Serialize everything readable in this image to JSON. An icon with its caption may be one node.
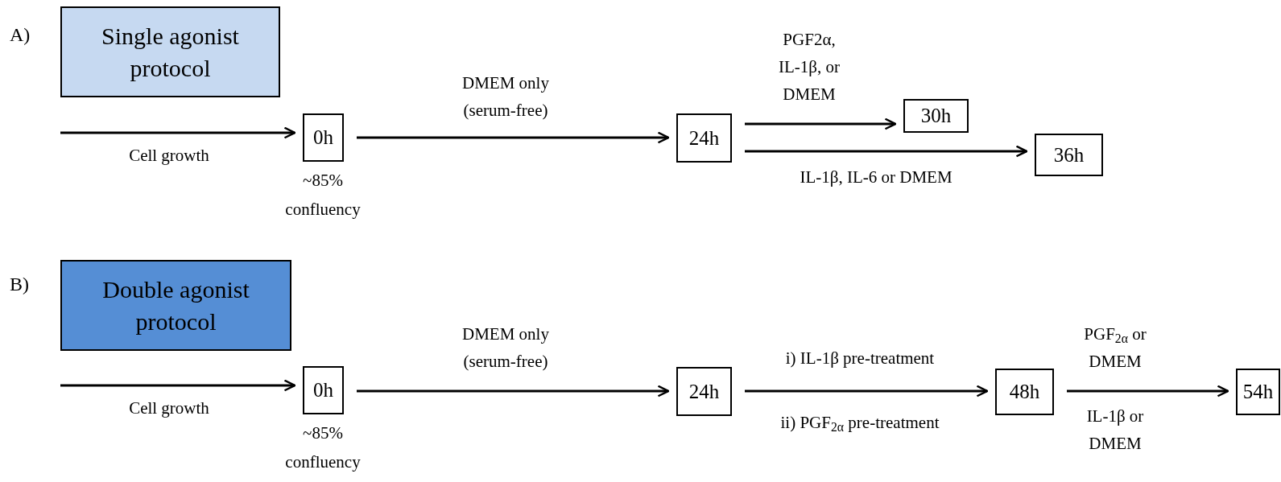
{
  "diagram": {
    "nodes": [
      {
        "text": [
          "Single agonist protocol"
        ]
      },
      {
        "text": [
          "0h"
        ],
        "beside": [
          "~85% confluency"
        ]
      },
      {
        "text": [
          "24h"
        ]
      },
      {
        "text": [
          "30h"
        ]
      },
      {
        "text": [
          "36h"
        ]
      },
      {
        "text": [
          "Double agonist protocol"
        ]
      },
      {
        "text": [
          "0h"
        ],
        "beside": [
          "~85% confluency"
        ]
      },
      {
        "text": [
          "24h"
        ]
      },
      {
        "text": [
          "48h"
        ]
      },
      {
        "text": [
          "54h"
        ]
      }
    ],
    "edges": [
      {
        "from": null,
        "to": 1,
        "arrow": "to",
        "label": "Cell growth"
      },
      {
        "from": 1,
        "to": 2,
        "arrow": "to",
        "label": "DMEM only (serum-free)"
      },
      {
        "from": 2,
        "to": 3,
        "arrow": "to",
        "label": "PGF2α, IL-1β, or DMEM"
      },
      {
        "from": 2,
        "to": 4,
        "arrow": "to",
        "label": "IL-1β, IL-6 or DMEM"
      },
      {
        "from": null,
        "to": 6,
        "arrow": "to",
        "label": "Cell growth"
      },
      {
        "from": 6,
        "to": 7,
        "arrow": "to",
        "label": "DMEM only (serum-free)"
      },
      {
        "from": 7,
        "to": 8,
        "arrow": "to",
        "label": "i) IL-1β pre-treatment"
      },
      {
        "from": 8,
        "to": 9,
        "arrow": "to",
        "label": "PGF$_{2α}$ or DMEM"
      }
    ],
    "labels": [
      "A)",
      "B)",
      "ii) PGF$_{2α}$ pre-treatment",
      "IL-1β or DMEM"
    ]
  }
}
